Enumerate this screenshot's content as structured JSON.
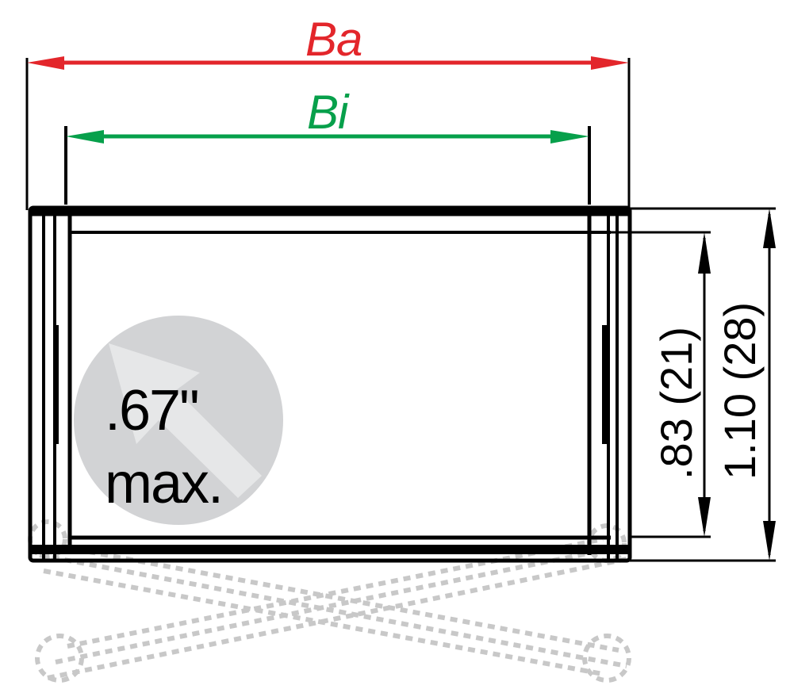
{
  "diagram": {
    "outer_width_label": "Ba",
    "inner_width_label": "Bi",
    "frame_depth_label": ".67\"",
    "frame_depth_qualifier": "max.",
    "inner_height_label": ".83 (21)",
    "outer_height_label": "1.10 (28)"
  },
  "colors": {
    "outer_width": "#e3262b",
    "inner_width": "#07a04b",
    "lines": "#000000",
    "badge_circle": "#d2d3d5",
    "badge_arrow": "#e6e7e8",
    "dashed_outline": "#c8c8c8"
  }
}
